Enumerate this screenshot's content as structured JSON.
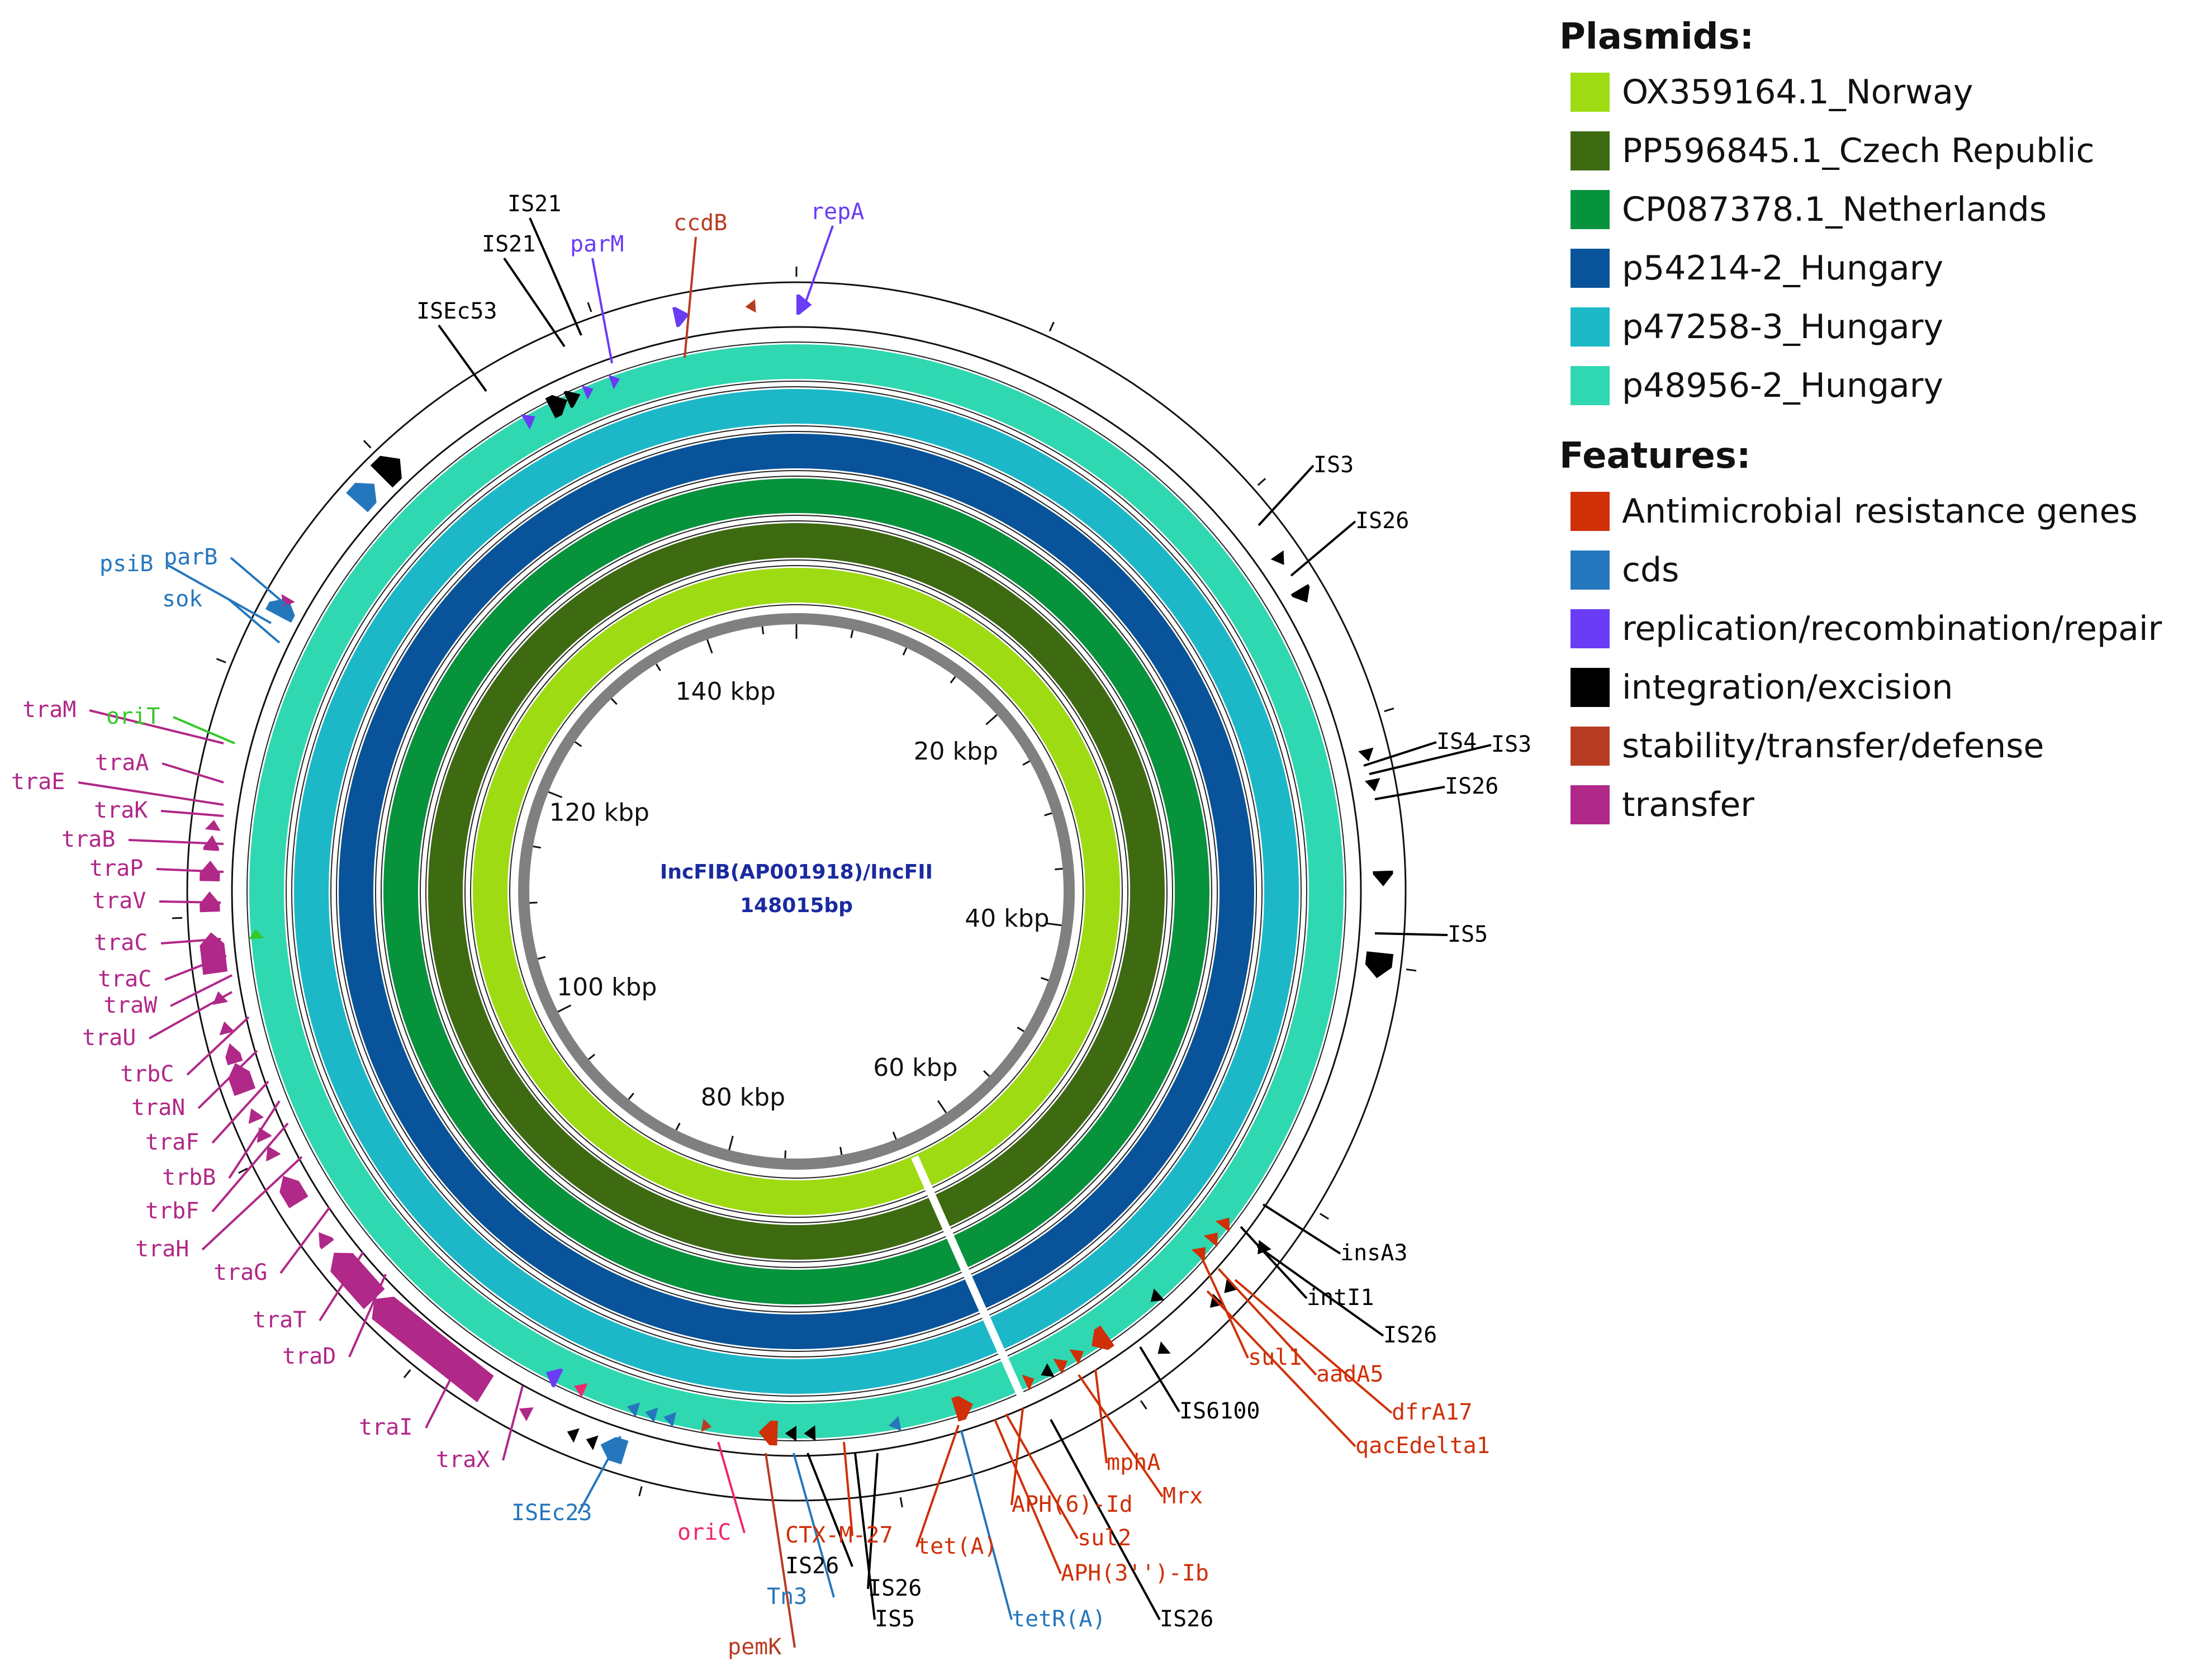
{
  "legend": {
    "plasmids_title": "Plasmids:",
    "plasmids": [
      {
        "label": "OX359164.1_Norway",
        "color": "#9edb13"
      },
      {
        "label": "PP596845.1_Czech Republic",
        "color": "#3e6a12"
      },
      {
        "label": "CP087378.1_Netherlands",
        "color": "#07923c"
      },
      {
        "label": "p54214-2_Hungary",
        "color": "#08539a"
      },
      {
        "label": "p47258-3_Hungary",
        "color": "#1cb8c8"
      },
      {
        "label": "p48956-2_Hungary",
        "color": "#2fd8b0"
      }
    ],
    "features_title": "Features:",
    "features": [
      {
        "label": "Antimicrobial resistance genes",
        "color": "#cf3008"
      },
      {
        "label": "cds",
        "color": "#2577bd"
      },
      {
        "label": "replication/recombination/repair",
        "color": "#6a3cf5"
      },
      {
        "label": "integration/excision",
        "color": "#000000"
      },
      {
        "label": "stability/transfer/defense",
        "color": "#b83c22"
      },
      {
        "label": "transfer",
        "color": "#b02888"
      }
    ]
  },
  "center": {
    "line1": "IncFIB(AP001918)/IncFII",
    "line2": "148015bp"
  },
  "scale": {
    "total_bp": 148015,
    "labels": [
      "20 kbp",
      "40 kbp",
      "60 kbp",
      "80 kbp",
      "100 kbp",
      "120 kbp",
      "140 kbp"
    ]
  },
  "annotations": [
    {
      "text": "IS21",
      "cat": "integration/excision"
    },
    {
      "text": "IS21",
      "cat": "integration/excision"
    },
    {
      "text": "parM",
      "cat": "replication/recombination/repair"
    },
    {
      "text": "ccdB",
      "cat": "stability/transfer/defense"
    },
    {
      "text": "repA",
      "cat": "replication/recombination/repair"
    },
    {
      "text": "ISEc53",
      "cat": "integration/excision"
    },
    {
      "text": "IS3",
      "cat": "integration/excision"
    },
    {
      "text": "IS26",
      "cat": "integration/excision"
    },
    {
      "text": "IS4",
      "cat": "integration/excision"
    },
    {
      "text": "IS3",
      "cat": "integration/excision"
    },
    {
      "text": "IS26",
      "cat": "integration/excision"
    },
    {
      "text": "IS5",
      "cat": "integration/excision"
    },
    {
      "text": "insA3",
      "cat": "integration/excision"
    },
    {
      "text": "intI1",
      "cat": "integration/excision"
    },
    {
      "text": "IS26",
      "cat": "integration/excision"
    },
    {
      "text": "sul1",
      "cat": "Antimicrobial resistance genes"
    },
    {
      "text": "aadA5",
      "cat": "Antimicrobial resistance genes"
    },
    {
      "text": "dfrA17",
      "cat": "Antimicrobial resistance genes"
    },
    {
      "text": "qacEdelta1",
      "cat": "Antimicrobial resistance genes"
    },
    {
      "text": "IS6100",
      "cat": "integration/excision"
    },
    {
      "text": "mphA",
      "cat": "Antimicrobial resistance genes"
    },
    {
      "text": "Mrx",
      "cat": "Antimicrobial resistance genes"
    },
    {
      "text": "APH(6)-Id",
      "cat": "Antimicrobial resistance genes"
    },
    {
      "text": "sul2",
      "cat": "Antimicrobial resistance genes"
    },
    {
      "text": "APH(3'')-Ib",
      "cat": "Antimicrobial resistance genes"
    },
    {
      "text": "IS26",
      "cat": "integration/excision"
    },
    {
      "text": "tet(A)",
      "cat": "Antimicrobial resistance genes"
    },
    {
      "text": "tetR(A)",
      "cat": "cds"
    },
    {
      "text": "CTX-M-27",
      "cat": "Antimicrobial resistance genes"
    },
    {
      "text": "IS26",
      "cat": "integration/excision"
    },
    {
      "text": "IS26",
      "cat": "integration/excision"
    },
    {
      "text": "IS5",
      "cat": "integration/excision"
    },
    {
      "text": "Tn3",
      "cat": "cds"
    },
    {
      "text": "pemK",
      "cat": "stability/transfer/defense"
    },
    {
      "text": "oriC",
      "cat": "origin"
    },
    {
      "text": "ISEc23",
      "cat": "cds"
    },
    {
      "text": "traX",
      "cat": "transfer"
    },
    {
      "text": "traI",
      "cat": "transfer"
    },
    {
      "text": "traD",
      "cat": "transfer"
    },
    {
      "text": "traT",
      "cat": "transfer"
    },
    {
      "text": "traG",
      "cat": "transfer"
    },
    {
      "text": "traH",
      "cat": "transfer"
    },
    {
      "text": "trbF",
      "cat": "transfer"
    },
    {
      "text": "trbB",
      "cat": "transfer"
    },
    {
      "text": "traF",
      "cat": "transfer"
    },
    {
      "text": "traN",
      "cat": "transfer"
    },
    {
      "text": "trbC",
      "cat": "transfer"
    },
    {
      "text": "traU",
      "cat": "transfer"
    },
    {
      "text": "traW",
      "cat": "transfer"
    },
    {
      "text": "traC",
      "cat": "transfer"
    },
    {
      "text": "traC",
      "cat": "transfer"
    },
    {
      "text": "traV",
      "cat": "transfer"
    },
    {
      "text": "traP",
      "cat": "transfer"
    },
    {
      "text": "traB",
      "cat": "transfer"
    },
    {
      "text": "traK",
      "cat": "transfer"
    },
    {
      "text": "traE",
      "cat": "transfer"
    },
    {
      "text": "traA",
      "cat": "transfer"
    },
    {
      "text": "traM",
      "cat": "transfer"
    },
    {
      "text": "oriT",
      "cat": "oriT"
    },
    {
      "text": "psiB",
      "cat": "cds"
    },
    {
      "text": "parB",
      "cat": "cds"
    },
    {
      "text": "sok",
      "cat": "cds"
    }
  ]
}
